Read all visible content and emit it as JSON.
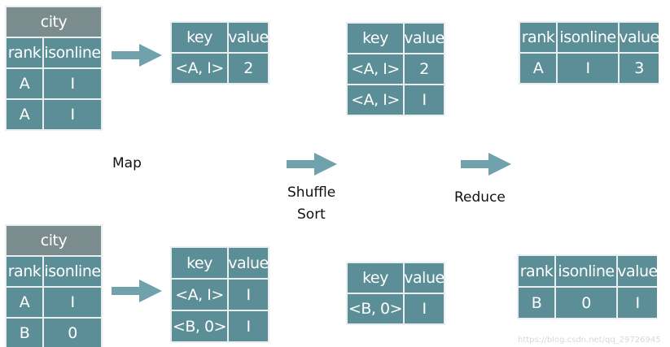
{
  "map_label": "Map",
  "shuffle_label": "Shuffle",
  "sort_label": "Sort",
  "reduce_label": "Reduce",
  "watermark": "https://blog.csdn.net/qq_29726945",
  "colors": {
    "cell": "#5b8e96",
    "title_cell": "#7b8c8f",
    "arrow": "#6fa2ac"
  },
  "input_top": {
    "title": "city",
    "headers": [
      "rank",
      "isonline"
    ],
    "rows": [
      [
        "A",
        "I"
      ],
      [
        "A",
        "I"
      ]
    ]
  },
  "input_bottom": {
    "title": "city",
    "headers": [
      "rank",
      "isonline"
    ],
    "rows": [
      [
        "A",
        "I"
      ],
      [
        "B",
        "0"
      ]
    ]
  },
  "map_top": {
    "headers": [
      "key",
      "value"
    ],
    "rows": [
      [
        "<A, I>",
        "2"
      ]
    ]
  },
  "map_bottom": {
    "headers": [
      "key",
      "value"
    ],
    "rows": [
      [
        "<A, I>",
        "I"
      ],
      [
        "<B, 0>",
        "I"
      ]
    ]
  },
  "shuffle_top": {
    "headers": [
      "key",
      "value"
    ],
    "rows": [
      [
        "<A, I>",
        "2"
      ],
      [
        "<A, I>",
        "I"
      ]
    ]
  },
  "shuffle_bottom": {
    "headers": [
      "key",
      "value"
    ],
    "rows": [
      [
        "<B, 0>",
        "I"
      ]
    ]
  },
  "reduce_top": {
    "headers": [
      "rank",
      "isonline",
      "value"
    ],
    "rows": [
      [
        "A",
        "I",
        "3"
      ]
    ]
  },
  "reduce_bottom": {
    "headers": [
      "rank",
      "isonline",
      "value"
    ],
    "rows": [
      [
        "B",
        "0",
        "I"
      ]
    ]
  }
}
